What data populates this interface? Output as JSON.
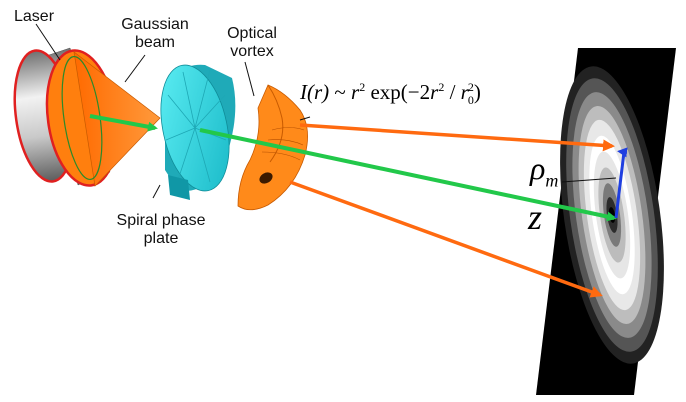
{
  "labels": {
    "laser": "Laser",
    "gaussian_beam_line1": "Gaussian",
    "gaussian_beam_line2": "beam",
    "optical_vortex_line1": "Optical",
    "optical_vortex_line2": "vortex",
    "spiral_phase_plate_line1": "Spiral phase",
    "spiral_phase_plate_line2": "plate"
  },
  "formula": {
    "lhs": "I(r)",
    "rel": "~",
    "r2": "r",
    "exp": "exp(−2",
    "r2b": "r",
    "slash": " / ",
    "r0": "r",
    "close": ")"
  },
  "symbols": {
    "rho": "ρ",
    "rho_sub": "m",
    "z": "z"
  },
  "colors": {
    "laser_body": "#a8a8a8",
    "laser_rim": "#e02020",
    "cone": "#ff7f0e",
    "plate": "#39d6e0",
    "beam_green": "#22c84a",
    "arrow_orange": "#ff6a10",
    "arrow_blue": "#1f3fe0",
    "screen": "#000000"
  },
  "icons": {
    "laser": "laser-cylinder-icon",
    "plate": "spiral-phase-plate-icon",
    "vortex": "optical-vortex-icon",
    "pattern": "donut-intensity-pattern-icon"
  }
}
